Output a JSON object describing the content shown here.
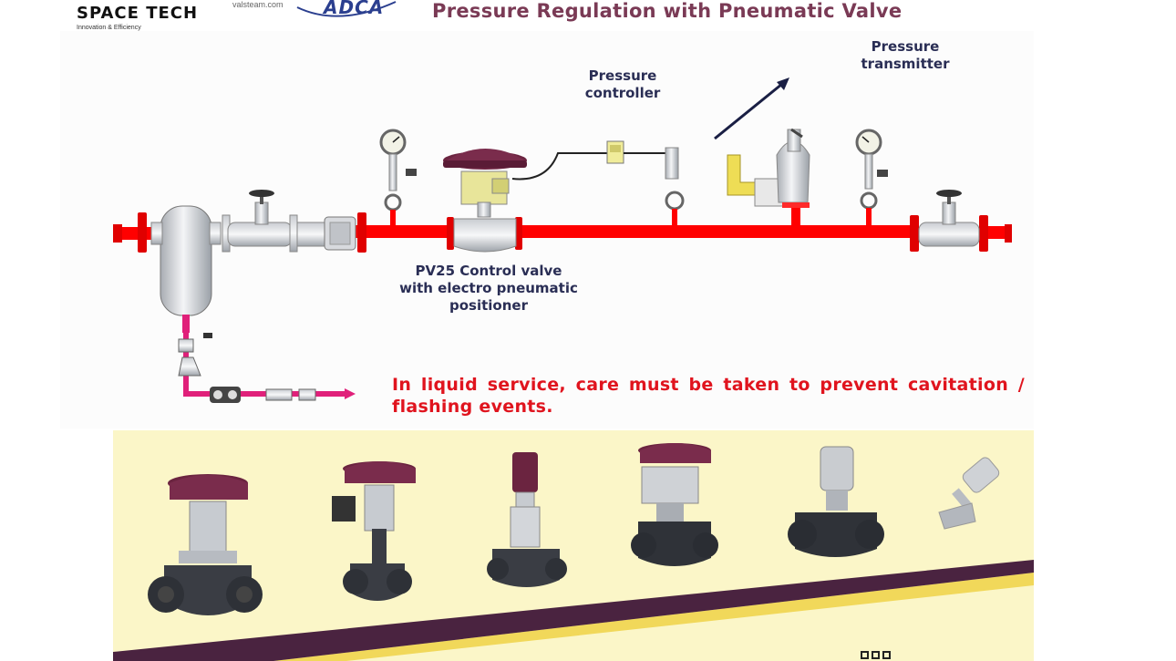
{
  "header": {
    "brand_name": "SPACE TECH",
    "brand_tagline": "Innovation & Efficiency",
    "partner_site": "valsteam.com",
    "partner_logo": "ADCA",
    "title": "Pressure Regulation with Pneumatic Valve"
  },
  "diagram": {
    "labels": {
      "pressure_transmitter": "Pressure\ntransmitter",
      "pressure_controller": "Pressure\ncontroller",
      "control_valve": "PV25 Control valve\nwith electro pneumatic\npositioner"
    },
    "warning": "In liquid service, care must be taken to prevent cavitation / flashing events."
  },
  "gallery": {
    "items": [
      "control-valve-1",
      "control-valve-2",
      "control-valve-3",
      "control-valve-4",
      "control-valve-5",
      "angle-seat-valve"
    ]
  },
  "colors": {
    "pipe": "#ff0000",
    "title": "#7a3a55",
    "label": "#2a2e55",
    "warning": "#e0141e",
    "actuator": "#6b2440",
    "valve_body": "#3a3d44",
    "gallery_bg": "#fbf6c8",
    "stripe_purple": "#4a2340",
    "stripe_yellow": "#f1d85a"
  }
}
